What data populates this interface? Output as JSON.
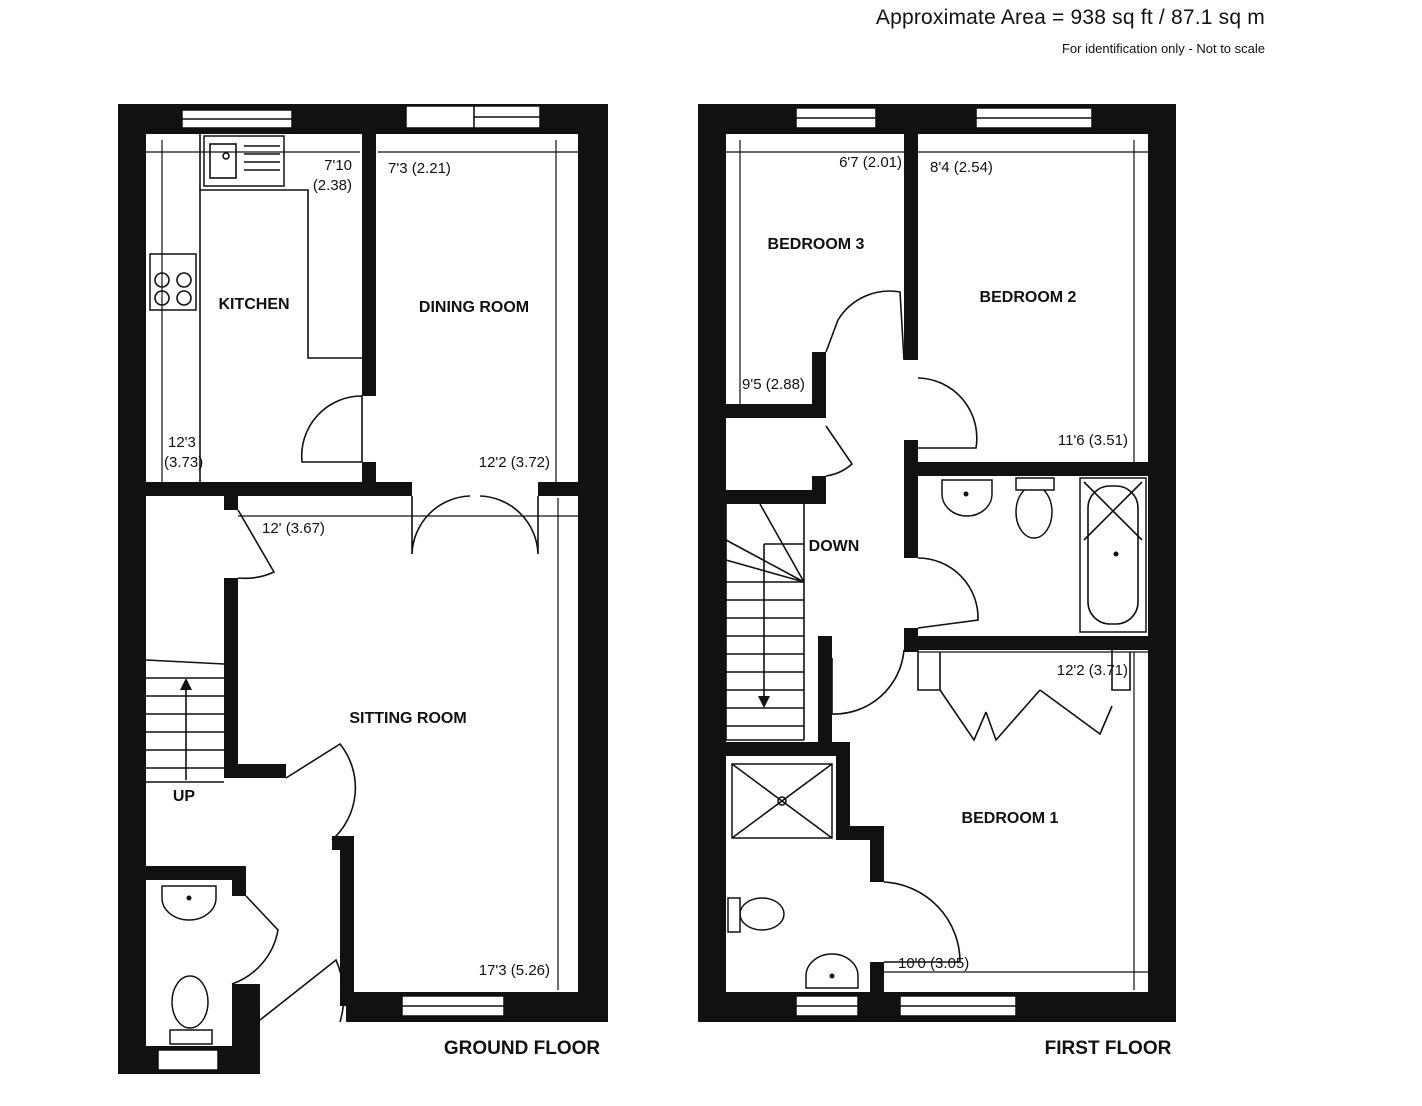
{
  "header": {
    "area": "Approximate Area = 938 sq ft / 87.1 sq m",
    "note": "For identification only - Not to scale"
  },
  "ground_floor": {
    "label": "GROUND FLOOR",
    "rooms": {
      "kitchen": "KITCHEN",
      "dining_room": "DINING ROOM",
      "sitting_room": "SITTING ROOM",
      "stairs": "UP"
    },
    "dims": {
      "kitchen_w_ft": "7'10",
      "kitchen_w_m": "(2.38)",
      "kitchen_l_ft": "12'3",
      "kitchen_l_m": "(3.73)",
      "dining_w": "7'3 (2.21)",
      "dining_l": "12'2 (3.72)",
      "sitting_w": "12' (3.67)",
      "sitting_l": "17'3 (5.26)"
    }
  },
  "first_floor": {
    "label": "FIRST FLOOR",
    "rooms": {
      "bedroom3": "BEDROOM 3",
      "bedroom2": "BEDROOM 2",
      "bedroom1": "BEDROOM 1",
      "stairs": "DOWN"
    },
    "dims": {
      "bed3_w": "6'7 (2.01)",
      "bed3_l": "9'5 (2.88)",
      "bed2_w": "8'4 (2.54)",
      "bed2_l": "11'6 (3.51)",
      "bed1_w": "12'2 (3.71)",
      "bed1_l": "10'0 (3.05)"
    }
  }
}
